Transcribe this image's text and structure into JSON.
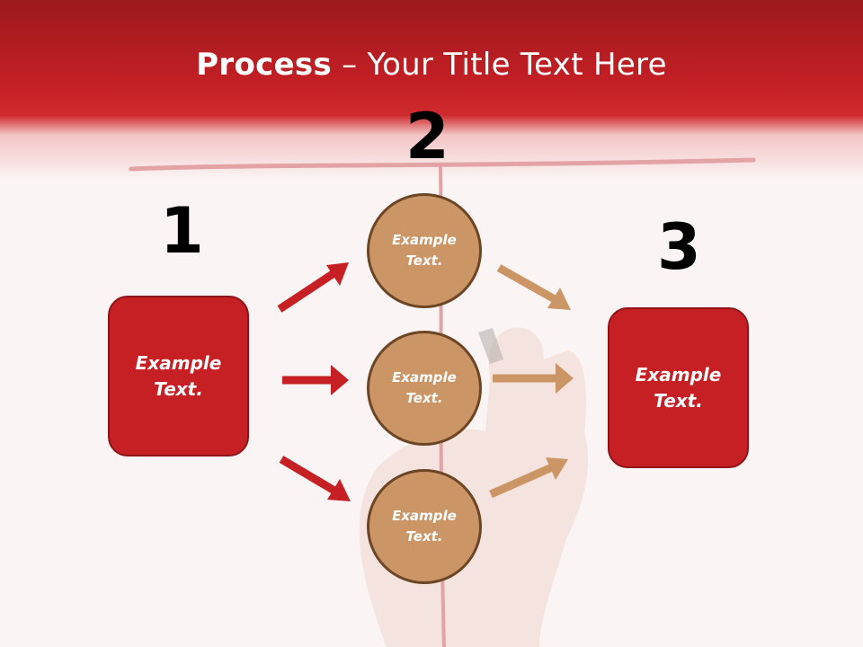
{
  "title": {
    "bold": "Process",
    "rest": " – Your Title Text Here"
  },
  "steps": [
    {
      "number": "1",
      "text": "Example\nText."
    },
    {
      "number": "2"
    },
    {
      "number": "3",
      "text": "Example\nText."
    }
  ],
  "circles": [
    {
      "text": "Example\nText."
    },
    {
      "text": "Example\nText."
    },
    {
      "text": "Example\nText."
    }
  ],
  "colors": {
    "red": "#c62025",
    "tan": "#cc9566",
    "brown": "#6b4524"
  }
}
